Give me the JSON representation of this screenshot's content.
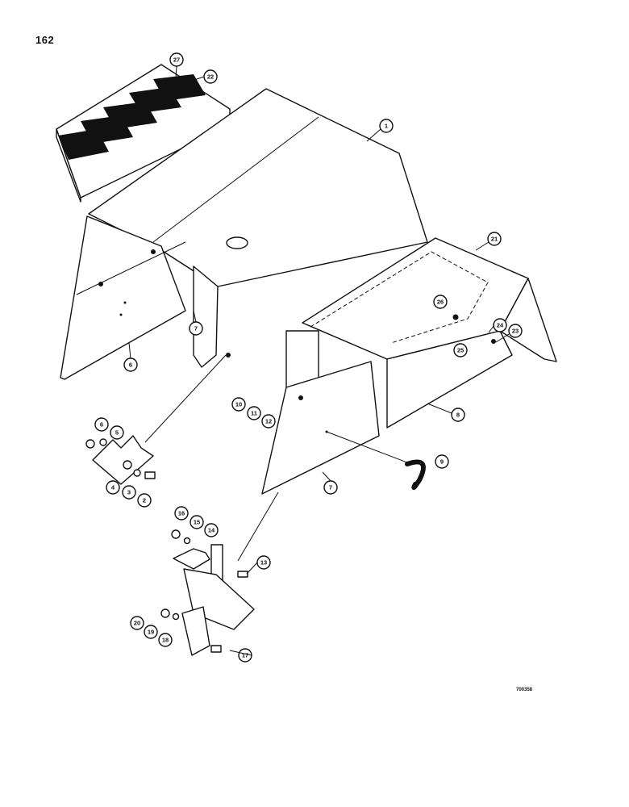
{
  "page": {
    "number": "162",
    "reference_code": "700358"
  },
  "colors": {
    "ink": "#111111",
    "paper": "#ffffff"
  },
  "callouts": [
    {
      "id": "c27",
      "label": "27"
    },
    {
      "id": "c22",
      "label": "22"
    },
    {
      "id": "c1",
      "label": "1"
    },
    {
      "id": "c21",
      "label": "21"
    },
    {
      "id": "c26",
      "label": "26"
    },
    {
      "id": "c24",
      "label": "24"
    },
    {
      "id": "c23",
      "label": "23"
    },
    {
      "id": "c25",
      "label": "25"
    },
    {
      "id": "c7a",
      "label": "7"
    },
    {
      "id": "c6a",
      "label": "6"
    },
    {
      "id": "c10",
      "label": "10"
    },
    {
      "id": "c11",
      "label": "11"
    },
    {
      "id": "c12",
      "label": "12"
    },
    {
      "id": "c8",
      "label": "8"
    },
    {
      "id": "c6b",
      "label": "6"
    },
    {
      "id": "c5",
      "label": "5"
    },
    {
      "id": "c4",
      "label": "4"
    },
    {
      "id": "c3",
      "label": "3"
    },
    {
      "id": "c2",
      "label": "2"
    },
    {
      "id": "c9",
      "label": "9"
    },
    {
      "id": "c7b",
      "label": "7"
    },
    {
      "id": "c16",
      "label": "16"
    },
    {
      "id": "c15",
      "label": "15"
    },
    {
      "id": "c14",
      "label": "14"
    },
    {
      "id": "c13",
      "label": "13"
    },
    {
      "id": "c20",
      "label": "20"
    },
    {
      "id": "c19",
      "label": "19"
    },
    {
      "id": "c18",
      "label": "18"
    },
    {
      "id": "c17",
      "label": "17"
    }
  ]
}
